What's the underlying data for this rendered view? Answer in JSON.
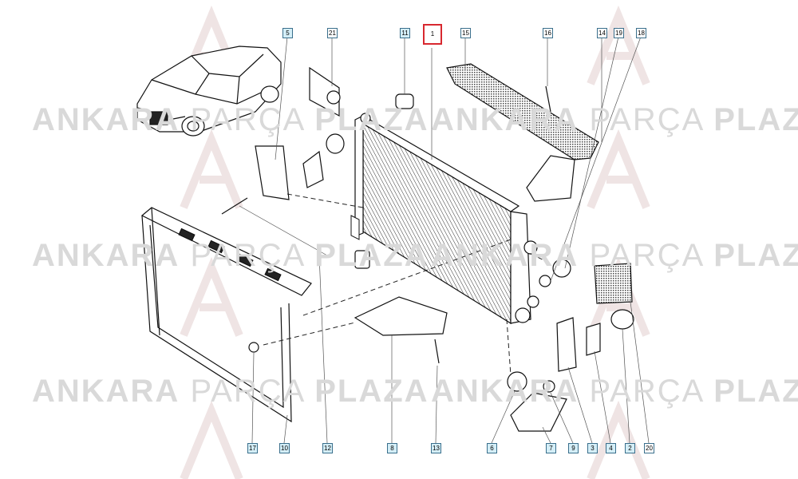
{
  "watermark": {
    "word1": "ANKARA",
    "word2": "PARÇA",
    "word3": "PLAZA"
  },
  "labels": {
    "l1": "1",
    "l2": "2",
    "l3": "3",
    "l4": "4",
    "l5": "5",
    "l6": "6",
    "l7": "7",
    "l8": "8",
    "l9": "9",
    "l10": "10",
    "l11": "11",
    "l12": "12",
    "l13": "13",
    "l14": "14",
    "l15": "15",
    "l16": "16",
    "l17": "17",
    "l18": "18",
    "l19": "19",
    "l20": "20",
    "l21": "21"
  },
  "colors": {
    "highlight": "#d8282f",
    "label_border": "#3a6f8c",
    "label_fill": "#d4eef7",
    "watermark": "#d9d9d9"
  }
}
